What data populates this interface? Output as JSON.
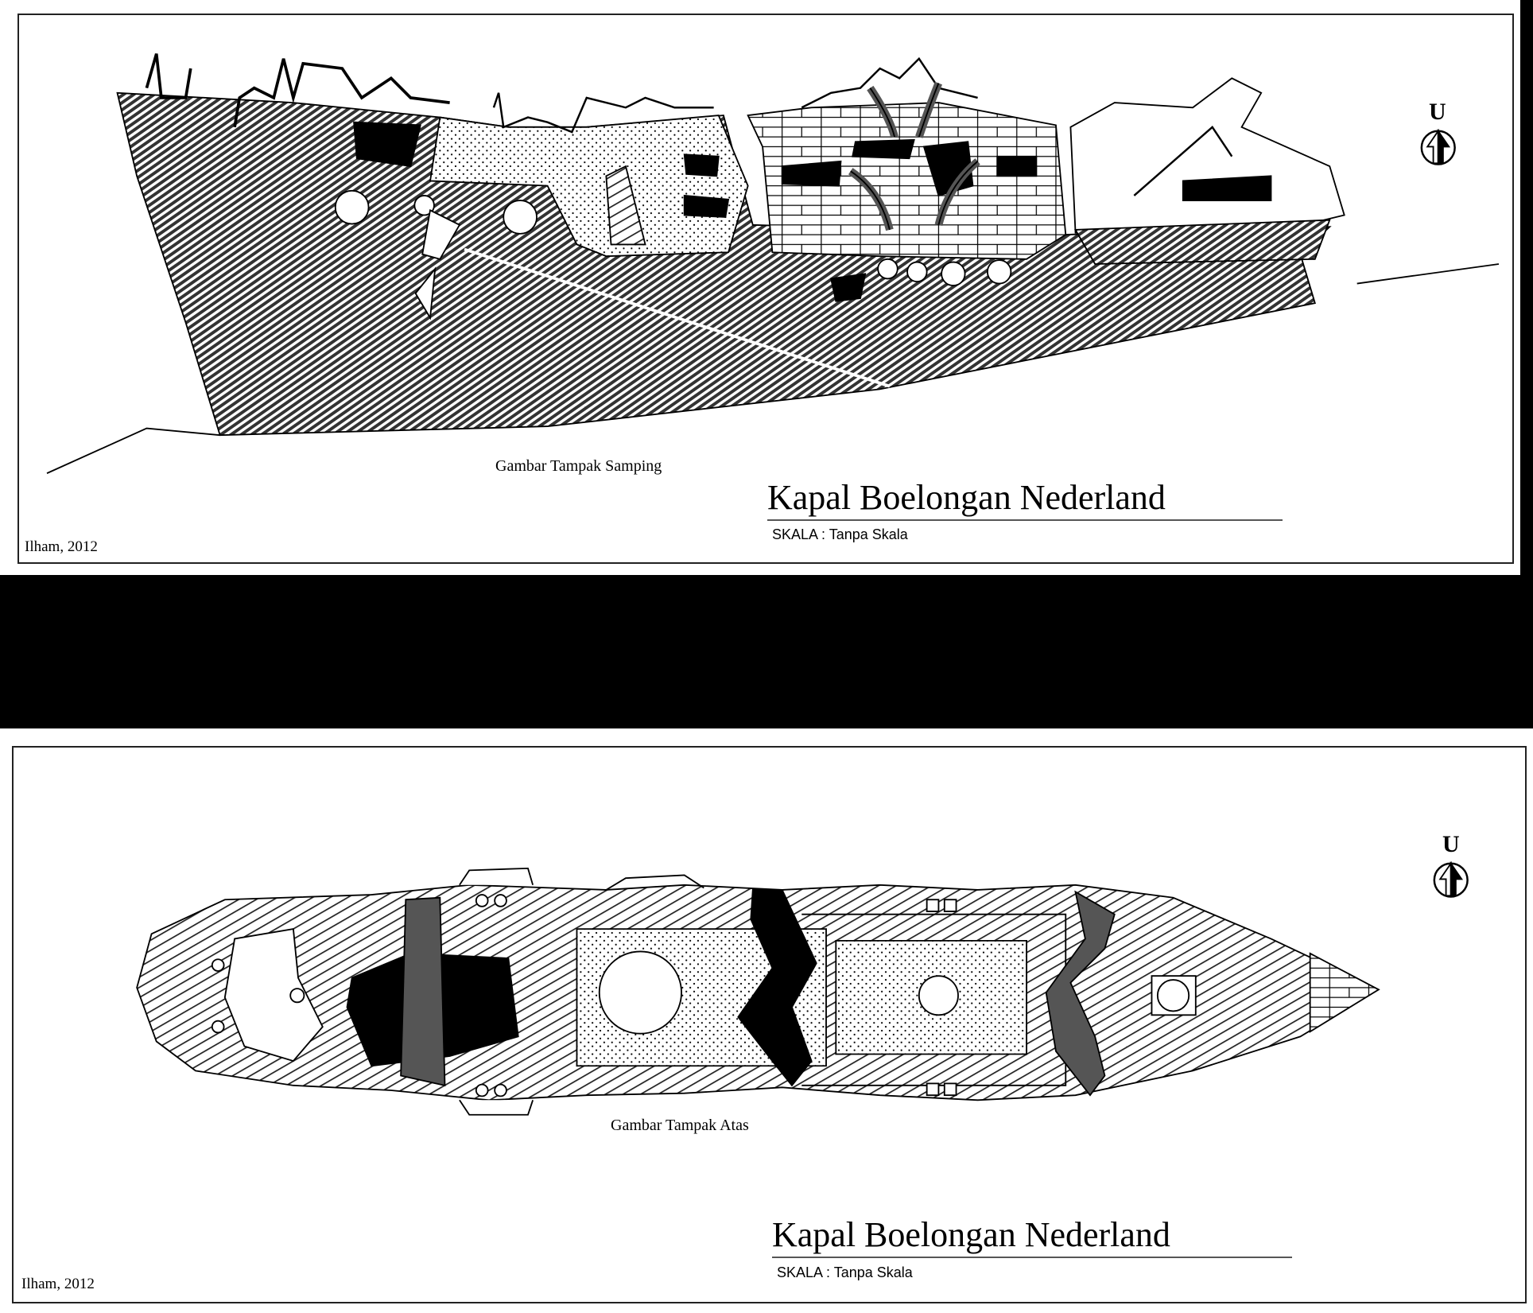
{
  "side_view": {
    "caption": "Gambar Tampak Samping",
    "title": "Kapal Boelongan Nederland",
    "scale": "SKALA  : Tanpa Skala",
    "author": "Ilham, 2012",
    "north_label": "U"
  },
  "top_view": {
    "caption": "Gambar Tampak Atas",
    "title": "Kapal Boelongan Nederland",
    "scale": "SKALA  : Tanpa Skala",
    "author": "Ilham, 2012",
    "north_label": "U"
  }
}
